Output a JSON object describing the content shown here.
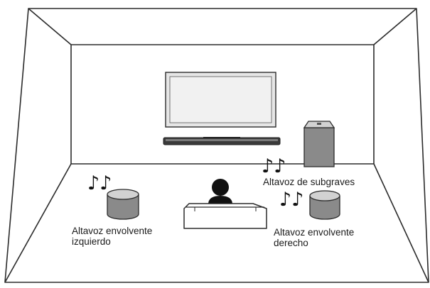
{
  "labels": {
    "subwoofer": "Altavoz de subgraves",
    "surround_left": [
      "Altavoz envolvente",
      "izquierdo"
    ],
    "surround_right": [
      "Altavoz envolvente",
      "derecho"
    ]
  },
  "icons": {
    "music_notes": "♪♪"
  },
  "colors": {
    "line": "#2b2b2b",
    "speaker_fill": "#8a8a8a",
    "speaker_top": "#d2d2d2",
    "tv_frame": "#e6e6e6",
    "tv_screen": "#f1f1f1",
    "soundbar": "#3a3a3a"
  }
}
